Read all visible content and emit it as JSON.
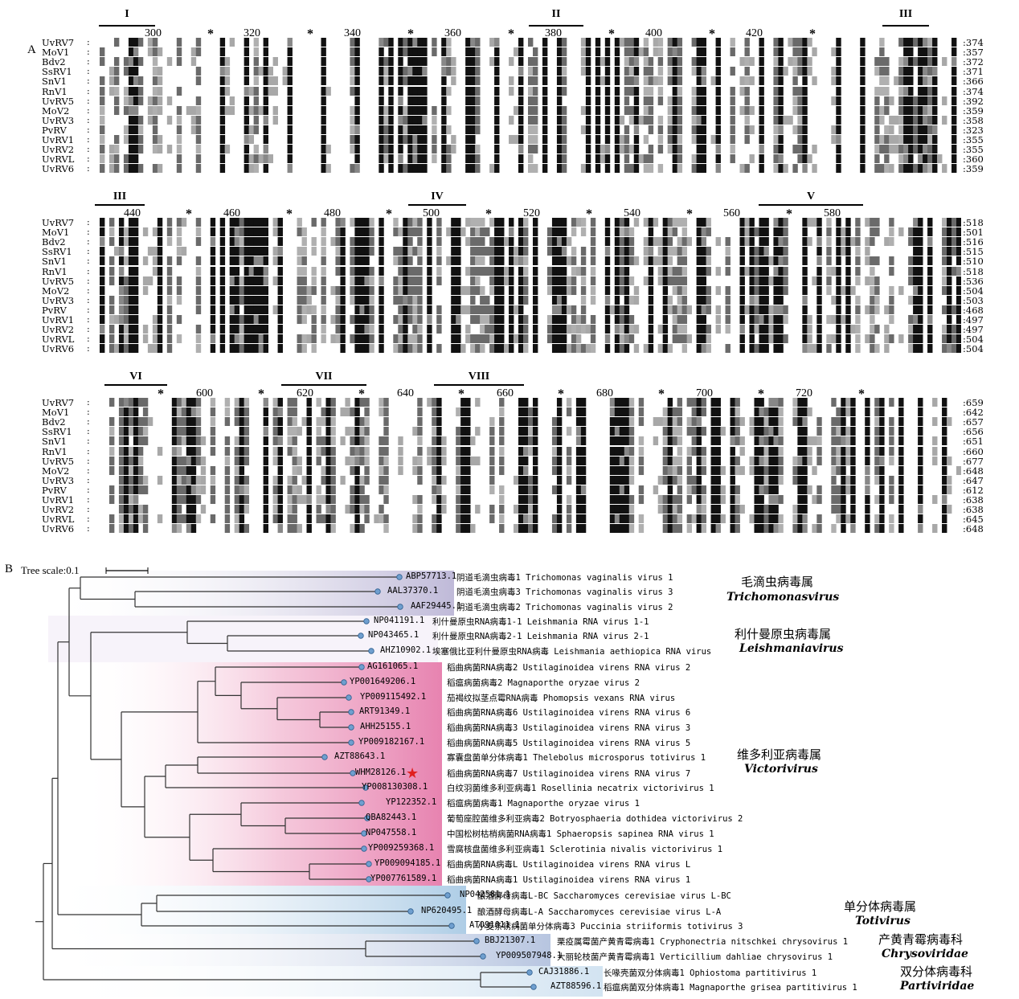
{
  "panel_a_label": "A",
  "panel_b_label": "B",
  "block1": {
    "motifs": [
      "I",
      "II",
      "III"
    ],
    "ruler_numbers": [
      "300",
      "320",
      "340",
      "360",
      "380",
      "400",
      "420"
    ],
    "ruler_stars": [
      "*",
      "*",
      "*",
      "*",
      "*",
      "*",
      "*"
    ],
    "rows": [
      {
        "name": "UvRV7",
        "end": ":374"
      },
      {
        "name": "MoV1",
        "end": ":357"
      },
      {
        "name": "Bdv2",
        "end": ":372"
      },
      {
        "name": "SsRV1",
        "end": ":371"
      },
      {
        "name": "SnV1",
        "end": ":366"
      },
      {
        "name": "RnV1",
        "end": ":374"
      },
      {
        "name": "UvRV5",
        "end": ":392"
      },
      {
        "name": "MoV2",
        "end": ":359"
      },
      {
        "name": "UvRV3",
        "end": ":358"
      },
      {
        "name": "PvRV",
        "end": ":323"
      },
      {
        "name": "UvRV1",
        "end": ":355"
      },
      {
        "name": "UvRV2",
        "end": ":355"
      },
      {
        "name": "UvRVL",
        "end": ":360"
      },
      {
        "name": "UvRV6",
        "end": ":359"
      }
    ]
  },
  "block2": {
    "motifs": [
      "III",
      "IV",
      "V"
    ],
    "ruler_numbers": [
      "440",
      "460",
      "480",
      "500",
      "520",
      "540",
      "560",
      "580"
    ],
    "ruler_stars": [
      "*",
      "*",
      "*",
      "*",
      "*",
      "*",
      "*",
      "*"
    ],
    "rows": [
      {
        "name": "UvRV7",
        "end": ":518"
      },
      {
        "name": "MoV1",
        "end": ":501"
      },
      {
        "name": "Bdv2",
        "end": ":516"
      },
      {
        "name": "SsRV1",
        "end": ":515"
      },
      {
        "name": "SnV1",
        "end": ":510"
      },
      {
        "name": "RnV1",
        "end": ":518"
      },
      {
        "name": "UvRV5",
        "end": ":536"
      },
      {
        "name": "MoV2",
        "end": ":504"
      },
      {
        "name": "UvRV3",
        "end": ":503"
      },
      {
        "name": "PvRV",
        "end": ":468"
      },
      {
        "name": "UvRV1",
        "end": ":497"
      },
      {
        "name": "UvRV2",
        "end": ":497"
      },
      {
        "name": "UvRVL",
        "end": ":504"
      },
      {
        "name": "UvRV6",
        "end": ":504"
      }
    ]
  },
  "block3": {
    "motifs": [
      "VI",
      "VII",
      "VIII"
    ],
    "ruler_numbers": [
      "600",
      "620",
      "640",
      "660",
      "680",
      "700",
      "720"
    ],
    "ruler_stars": [
      "*",
      "*",
      "*",
      "*",
      "*",
      "*",
      "*",
      "*"
    ],
    "rows": [
      {
        "name": "UvRV7",
        "end": ":659"
      },
      {
        "name": "MoV1",
        "end": ":642"
      },
      {
        "name": "Bdv2",
        "end": ":657"
      },
      {
        "name": "SsRV1",
        "end": ":656"
      },
      {
        "name": "SnV1",
        "end": ":651"
      },
      {
        "name": "RnV1",
        "end": ":660"
      },
      {
        "name": "UvRV5",
        "end": ":677"
      },
      {
        "name": "MoV2",
        "end": ":648"
      },
      {
        "name": "UvRV3",
        "end": ":647"
      },
      {
        "name": "PvRV",
        "end": ":612"
      },
      {
        "name": "UvRV1",
        "end": ":638"
      },
      {
        "name": "UvRV2",
        "end": ":638"
      },
      {
        "name": "UvRVL",
        "end": ":645"
      },
      {
        "name": "UvRV6",
        "end": ":648"
      }
    ]
  },
  "tree": {
    "scale_label": "Tree scale:0.1",
    "leaves": [
      {
        "acc": "ABP57713.1",
        "label": "阴道毛滴虫病毒1 Trichomonas vaginalis virus 1"
      },
      {
        "acc": "AAL37370.1",
        "label": "阴道毛滴虫病毒3 Trichomonas vaginalis virus 3"
      },
      {
        "acc": "AAF29445.1",
        "label": "阴道毛滴虫病毒2 Trichomonas vaginalis virus 2"
      },
      {
        "acc": "NP041191.1",
        "label": "利什曼原虫RNA病毒1-1 Leishmania RNA virus 1-1"
      },
      {
        "acc": "NP043465.1",
        "label": "利什曼原虫RNA病毒2-1 Leishmania RNA virus 2-1"
      },
      {
        "acc": "AHZ10902.1",
        "label": "埃塞俄比亚利什曼原虫RNA病毒 Leishmania aethiopica RNA virus"
      },
      {
        "acc": "AG161065.1",
        "label": "稻曲病菌RNA病毒2 Ustilaginoidea virens RNA virus 2"
      },
      {
        "acc": "YP001649206.1",
        "label": "稻瘟病菌病毒2 Magnaporthe oryzae virus 2"
      },
      {
        "acc": "YP009115492.1",
        "label": "茄褐纹拟茎点霉RNA病毒 Phomopsis vexans RNA virus"
      },
      {
        "acc": "ART91349.1",
        "label": "稻曲病菌RNA病毒6 Ustilaginoidea virens RNA virus 6"
      },
      {
        "acc": "AHH25155.1",
        "label": "稻曲病菌RNA病毒3 Ustilaginoidea virens RNA virus 3"
      },
      {
        "acc": "YP009182167.1",
        "label": "稻曲病菌RNA病毒5 Ustilaginoidea virens RNA virus 5"
      },
      {
        "acc": "AZT88643.1",
        "label": "寡囊盘菌单分体病毒1 Thelebolus microsporus totivirus 1"
      },
      {
        "acc": "WHM28126.1",
        "label": "稻曲病菌RNA病毒7 Ustilaginoidea virens RNA virus 7"
      },
      {
        "acc": "YP008130308.1",
        "label": "白纹羽菌维多利亚病毒1 Rosellinia necatrix victorivirus 1"
      },
      {
        "acc": "YP122352.1",
        "label": "稻瘟病菌病毒1 Magnaporthe oryzae virus 1"
      },
      {
        "acc": "QBA82443.1",
        "label": "葡萄座腔菌维多利亚病毒2 Botryosphaeria dothidea victorivirus 2"
      },
      {
        "acc": "NP047558.1",
        "label": "中国松树枯梢病菌RNA病毒1 Sphaeropsis sapinea RNA virus 1"
      },
      {
        "acc": "YP009259368.1",
        "label": "雪腐核盘菌维多利亚病毒1 Sclerotinia nivalis victorivirus 1"
      },
      {
        "acc": "YP009094185.1",
        "label": "稻曲病菌RNA病毒L Ustilaginoidea virens RNA virus L"
      },
      {
        "acc": "YP007761589.1",
        "label": "稻曲病菌RNA病毒1 Ustilaginoidea virens RNA virus 1"
      },
      {
        "acc": "NP042581.1",
        "label": "酿酒酵母病毒L-BC Saccharomyces cerevisiae virus L-BC"
      },
      {
        "acc": "NP620495.1",
        "label": "酿酒酵母病毒L-A Saccharomyces cerevisiae virus L-A"
      },
      {
        "acc": "ATO91011.1",
        "label": "小麦条锈病菌单分体病毒3 Puccinia striiformis totivirus 3"
      },
      {
        "acc": "BBJ21307.1",
        "label": "栗疫属霉菌产黄青霉病毒1 Cryphonectria nitschkei chrysovirus 1"
      },
      {
        "acc": "YP009507948.1",
        "label": "大丽轮枝菌产黄青霉病毒1 Verticillium dahliae chrysovirus 1"
      },
      {
        "acc": "CAJ31886.1",
        "label": "长喙壳菌双分体病毒1 Ophiostoma partitivirus 1"
      },
      {
        "acc": "AZT88596.1",
        "label": "稻瘟病菌双分体病毒1 Magnaporthe grisea partitivirus 1"
      }
    ],
    "groups": [
      {
        "cn": "毛滴虫病毒属",
        "lat": "Trichomonasvirus"
      },
      {
        "cn": "利什曼原虫病毒属",
        "lat": "Leishmaniavirus"
      },
      {
        "cn": "维多利亚病毒属",
        "lat": "Victorivirus"
      },
      {
        "cn": "单分体病毒属",
        "lat": "Totivirus"
      },
      {
        "cn": "产黄青霉病毒科",
        "lat": "Chrysoviridae"
      },
      {
        "cn": "双分体病毒科",
        "lat": "Partiviridae"
      }
    ],
    "highlight_leaf": "WHM28126.1",
    "colors": {
      "trich": "#c9c4dd",
      "victori": "#e9a0c0",
      "toti": "#bcd4e8",
      "star": "#e02020",
      "node": "#6f9fcf"
    }
  }
}
